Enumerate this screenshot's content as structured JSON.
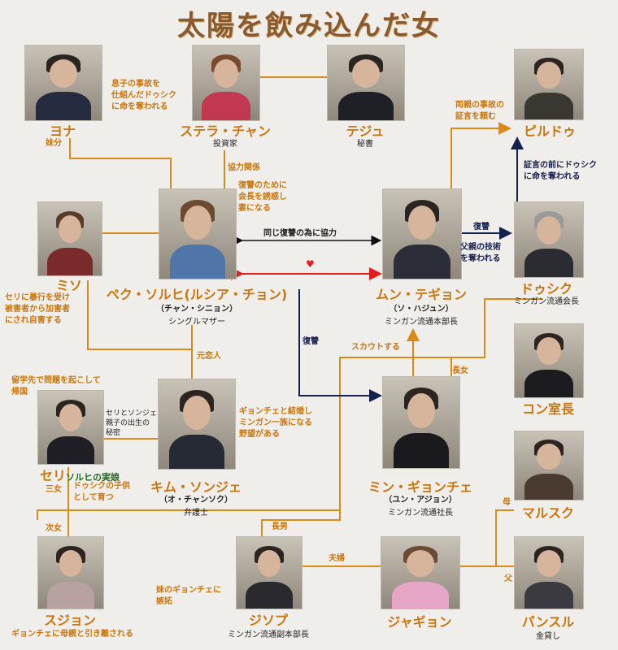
{
  "title": "太陽を飲み込んだ女",
  "colors": {
    "orange": "#d98b1a",
    "navy": "#16204d",
    "red": "#e0201b",
    "name": "#c8760f"
  },
  "characters": {
    "yona": {
      "name": "ヨナ",
      "role": ""
    },
    "stella": {
      "name": "ステラ・チャン",
      "role": "投資家"
    },
    "teju": {
      "name": "テジュ",
      "role": "秘書"
    },
    "pildu": {
      "name": "ピルドゥ",
      "role": ""
    },
    "miso": {
      "name": "ミソ",
      "role": ""
    },
    "solhi": {
      "name": "ペク・ソルヒ(ルシア・チョン)",
      "alias": "（チャン・シニョン）",
      "role": "シングルマザー"
    },
    "tegyon": {
      "name": "ムン・テギョン",
      "alias": "（ソ・ハジュン）",
      "role": "ミンガン流通本部長"
    },
    "dusik": {
      "name": "ドゥシク",
      "role": "ミンガン流通会長"
    },
    "kon": {
      "name": "コン室長",
      "role": ""
    },
    "seri": {
      "name": "セリ",
      "role": ""
    },
    "sonje": {
      "name": "キム・ソンジェ",
      "alias": "（オ・チャンソク）",
      "role": "弁護士"
    },
    "gyonche": {
      "name": "ミン・ギョンチェ",
      "alias": "（ユン・アジョン）",
      "role": "ミンガン流通社長"
    },
    "marusuku": {
      "name": "マルスク",
      "role": ""
    },
    "sujon": {
      "name": "スジョン",
      "role": ""
    },
    "jisopu": {
      "name": "ジソプ",
      "role": "ミンガン流通副本部長"
    },
    "jagyon": {
      "name": "ジャギョン",
      "role": ""
    },
    "pansuru": {
      "name": "パンスル",
      "role": "金貸し"
    }
  },
  "labels": {
    "yona_rel": "妹分",
    "stella_note": [
      "息子の事故を",
      "仕組んだドゥシク",
      "に命を奪われる"
    ],
    "kyoryoku": "協力関係",
    "revenge_note": [
      "復讐のために",
      "会長を誘惑し",
      "妻になる"
    ],
    "pildu_note": [
      "両親の事故の",
      "証言を頼む"
    ],
    "pildu_killed": [
      "証言の前にドゥシク",
      "に命を奪われる"
    ],
    "same_revenge": "同じ復讐の為に協力",
    "heart": "♥",
    "fukushu_right": "復讐",
    "father_tech": [
      "父親の技術",
      "を奪われる"
    ],
    "miso_note": [
      "セリに暴行を受け",
      "被害者から加害者",
      "にされ自害する"
    ],
    "fukushu_down": "復讐",
    "moto_koibito": "元恋人",
    "scout": "スカウトする",
    "chojo": "長女",
    "seri_trouble": [
      "留学先で問題を起こして",
      "帰国"
    ],
    "seri_secret": [
      "セリとソンジェ",
      "親子の出生の",
      "秘密"
    ],
    "gyonche_note": [
      "ギョンチェと結婚し",
      "ミンガン一族になる",
      "野望がある"
    ],
    "seri_sanjo": "三女",
    "seri_real": "ソルヒの実娘",
    "seri_raised": [
      "ドゥシクの子供",
      "として育つ"
    ],
    "jijo": "次女",
    "chonan": "長男",
    "haha": "母",
    "fufu": "夫婦",
    "chichi": "父",
    "jisopu_note": [
      "妹のギョンチェに",
      "嫉妬"
    ],
    "sujon_note": "ギョンチェに母親と引き離される"
  }
}
